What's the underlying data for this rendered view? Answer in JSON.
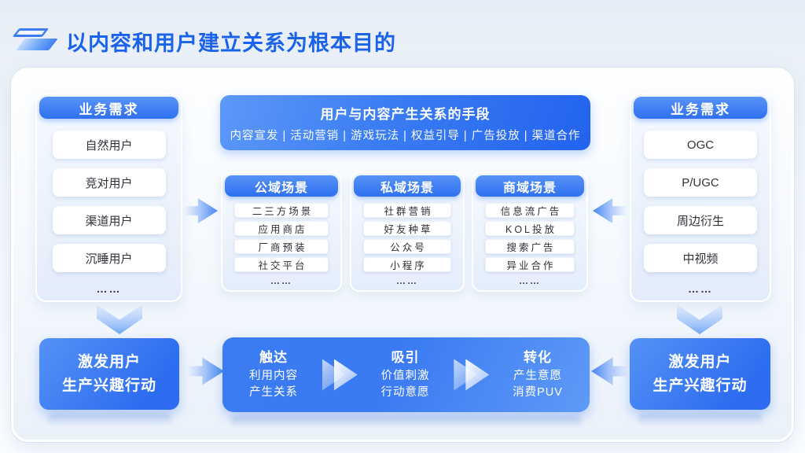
{
  "title": {
    "text": "以内容和用户建立关系为根本目的"
  },
  "banner": {
    "title": "用户与内容产生关系的手段",
    "subtitle": "内容宣发 | 活动营销 | 游戏玩法 | 权益引导 | 广告投放 | 渠道合作"
  },
  "left_panel": {
    "header": "业务需求",
    "items": [
      "自然用户",
      "竞对用户",
      "渠道用户",
      "沉睡用户"
    ],
    "ellipsis": "……"
  },
  "right_panel": {
    "header": "业务需求",
    "items": [
      "OGC",
      "P/UGC",
      "周边衍生",
      "中视频"
    ],
    "ellipsis": "……"
  },
  "scenes": [
    {
      "header": "公域场景",
      "items": [
        "二三方场景",
        "应用商店",
        "厂商预装",
        "社交平台"
      ],
      "ellipsis": "……"
    },
    {
      "header": "私域场景",
      "items": [
        "社群营销",
        "好友种草",
        "公众号",
        "小程序"
      ],
      "ellipsis": "……"
    },
    {
      "header": "商域场景",
      "items": [
        "信息流广告",
        "KOL投放",
        "搜索广告",
        "异业合作"
      ],
      "ellipsis": "……"
    }
  ],
  "bottom": {
    "left_box": {
      "line1": "激发用户",
      "line2": "生产兴趣行动"
    },
    "right_box": {
      "line1": "激发用户",
      "line2": "生产兴趣行动"
    },
    "stages": [
      {
        "title": "触达",
        "line1": "利用内容",
        "line2": "产生关系"
      },
      {
        "title": "吸引",
        "line1": "价值刺激",
        "line2": "行动意愿"
      },
      {
        "title": "转化",
        "line1": "产生意愿",
        "line2": "消费PUV"
      }
    ]
  },
  "colors": {
    "title_blue": "#1a63ea",
    "accent_blue": "#3d7ef2",
    "deep_blue": "#2764ee",
    "panel_light_blue": "#e4edfb",
    "board_bg": "#f4f8fd",
    "text_dark": "#30323a",
    "white": "#ffffff"
  }
}
